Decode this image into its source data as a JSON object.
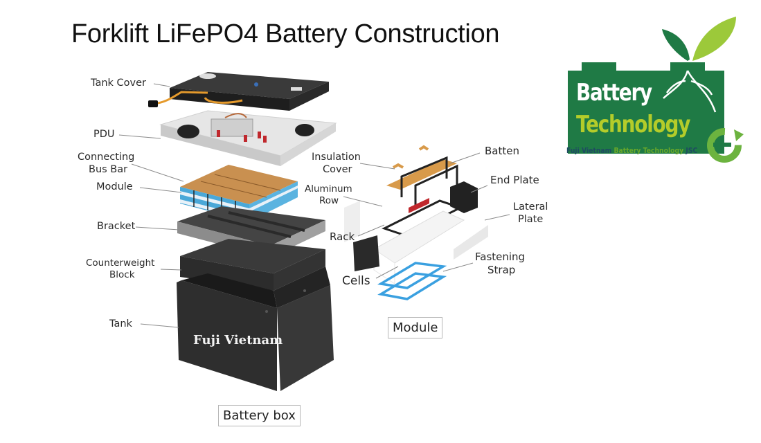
{
  "title": "Forklift LiFePO4 Battery Construction",
  "battery_box": {
    "caption": "Battery box",
    "labels": {
      "tank_cover": "Tank Cover",
      "pdu": "PDU",
      "connecting_bus_bar_1": "Connecting",
      "connecting_bus_bar_2": "Bus Bar",
      "module": "Module",
      "bracket": "Bracket",
      "counterweight_1": "Counterweight",
      "counterweight_2": "Block",
      "tank": "Tank"
    },
    "watermark": "Fuji Vietnam"
  },
  "module": {
    "caption": "Module",
    "labels": {
      "insulation_cover_1": "Insulation",
      "insulation_cover_2": "Cover",
      "aluminum_row_1": "Aluminum",
      "aluminum_row_2": "Row",
      "batten": "Batten",
      "end_plate": "End Plate",
      "lateral_plate_1": "Lateral",
      "lateral_plate_2": "Plate",
      "rack": "Rack",
      "cells": "Cells",
      "fastening_strap_1": "Fastening",
      "fastening_strap_2": "Strap"
    }
  },
  "logo": {
    "word1": "Battery",
    "word2": "Technology",
    "tagline_part1": "Fuji Vietnam ",
    "tagline_part2": "Battery Technology",
    "tagline_part3": " JSC",
    "colors": {
      "primary": "#1f7a45",
      "accent": "#b4cc2a",
      "leaf_light": "#9cc93a",
      "text_dark": "#1f4a63"
    }
  },
  "colors": {
    "copper": "#d89a4a",
    "strap_blue": "#3aa0e0",
    "cell_blue": "#4aa8d8",
    "dark_metal": "#2e2e2e"
  }
}
